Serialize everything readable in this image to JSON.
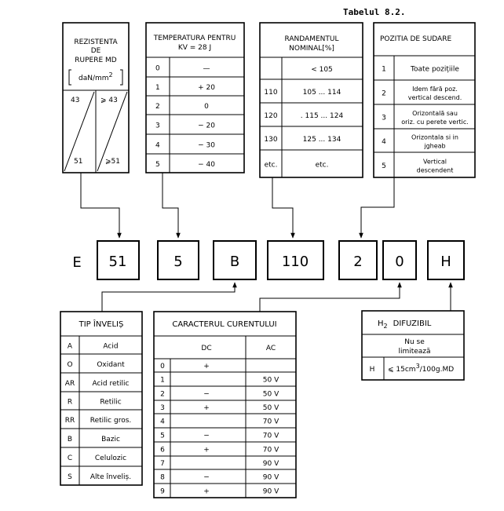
{
  "title": "Tabelul 8.2.",
  "rezistenta": {
    "header": [
      "REZISTENTA",
      "DE",
      "RUPERE MD"
    ],
    "unit": [
      "daN/",
      "mm",
      "2"
    ],
    "cells": [
      "43",
      "⩾ 43",
      "51",
      "⩾51"
    ]
  },
  "temperatura": {
    "header": [
      "TEMPERATURA PENTRU",
      "KV = 28 J"
    ],
    "rows": [
      {
        "code": "0",
        "val": "—"
      },
      {
        "code": "1",
        "val": "+ 20"
      },
      {
        "code": "2",
        "val": "0"
      },
      {
        "code": "3",
        "val": "− 20"
      },
      {
        "code": "4",
        "val": "− 30"
      },
      {
        "code": "5",
        "val": "− 40"
      }
    ]
  },
  "randament": {
    "header": [
      "RANDAMENTUL",
      "NOMINAL[%]"
    ],
    "rows": [
      {
        "code": "",
        "val": "< 105"
      },
      {
        "code": "110",
        "val": "105 ... 114"
      },
      {
        "code": "120",
        "val": ". 115 ... 124"
      },
      {
        "code": "130",
        "val": "125 ... 134"
      },
      {
        "code": "etc.",
        "val": "etc."
      }
    ]
  },
  "pozitia": {
    "header": "POZITIA DE SUDARE",
    "rows": [
      {
        "code": "1",
        "lines": [
          "Toate pozițiile"
        ]
      },
      {
        "code": "2",
        "lines": [
          "Idem fără poz.",
          "vertical descend."
        ]
      },
      {
        "code": "3",
        "lines": [
          "Orizontală sau",
          "oriz. cu perete vertic."
        ]
      },
      {
        "code": "4",
        "lines": [
          "Orizontala si in",
          "jgheab"
        ]
      },
      {
        "code": "5",
        "lines": [
          "Vertical",
          "descendent"
        ]
      }
    ]
  },
  "code": {
    "prefix": "E",
    "parts": [
      "51",
      "5",
      "B",
      "110",
      "2",
      "0",
      "H"
    ]
  },
  "invelis": {
    "header": "TIP ÎNVELIȘ",
    "rows": [
      {
        "code": "A",
        "val": "Acid"
      },
      {
        "code": "O",
        "val": "Oxidant"
      },
      {
        "code": "AR",
        "val": "Acid retilic"
      },
      {
        "code": "R",
        "val": "Retilic"
      },
      {
        "code": "RR",
        "val": "Retilic gros."
      },
      {
        "code": "B",
        "val": "Bazic"
      },
      {
        "code": "C",
        "val": "Celulozic"
      },
      {
        "code": "S",
        "val": "Alte înveliș."
      }
    ]
  },
  "curent": {
    "header": "CARACTERUL CURENTULUI",
    "col_dc": "DC",
    "col_ac": "AC",
    "rows": [
      {
        "code": "0",
        "dc": "+",
        "ac": ""
      },
      {
        "code": "1",
        "dc": "",
        "ac": "50 V"
      },
      {
        "code": "2",
        "dc": "−",
        "ac": "50 V"
      },
      {
        "code": "3",
        "dc": "+",
        "ac": "50 V"
      },
      {
        "code": "4",
        "dc": "",
        "ac": "70 V"
      },
      {
        "code": "5",
        "dc": "−",
        "ac": "70 V"
      },
      {
        "code": "6",
        "dc": "+",
        "ac": "70 V"
      },
      {
        "code": "7",
        "dc": "",
        "ac": "90 V"
      },
      {
        "code": "8",
        "dc": "−",
        "ac": "90 V"
      },
      {
        "code": "9",
        "dc": "+",
        "ac": "90 V"
      }
    ]
  },
  "hidrogen": {
    "header_h": "H",
    "header_sub": "2",
    "header_rest": "DIFUZIBIL",
    "row1": [
      "Nu se",
      "limitează"
    ],
    "row2_code": "H",
    "row2_val": [
      "⩽ 15cm",
      "3",
      "/100g.MD"
    ]
  }
}
